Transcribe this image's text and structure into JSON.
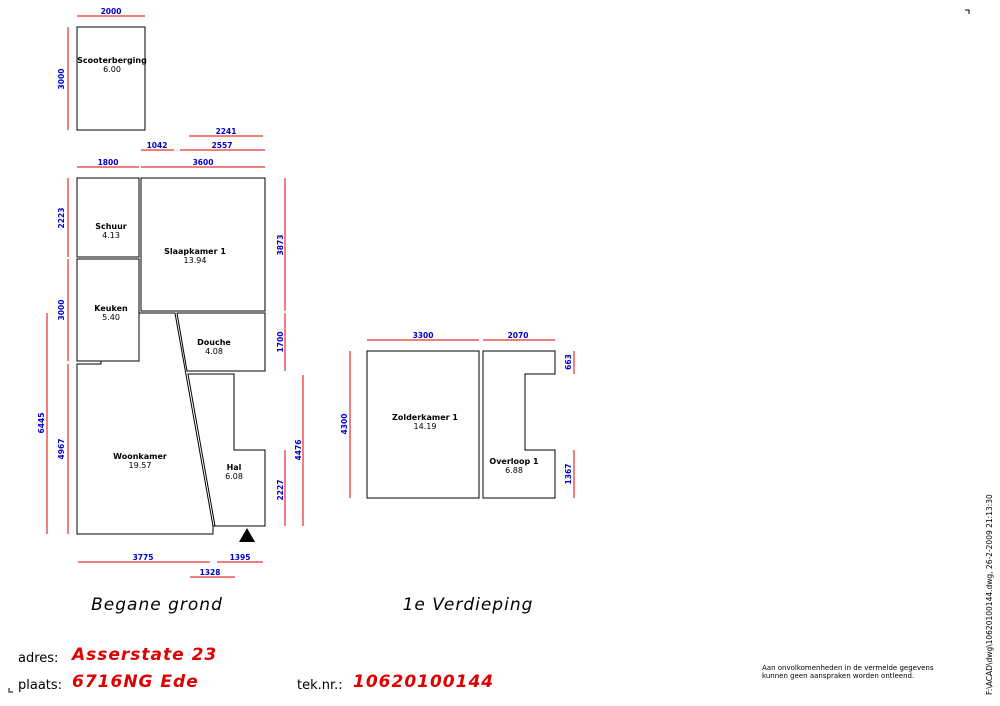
{
  "rooms": [
    {
      "name": "Scooterberging",
      "area": "6.00"
    },
    {
      "name": "Schuur",
      "area": "4.13"
    },
    {
      "name": "Slaapkamer 1",
      "area": "13.94"
    },
    {
      "name": "Keuken",
      "area": "5.40"
    },
    {
      "name": "Douche",
      "area": "4.08"
    },
    {
      "name": "Woonkamer",
      "area": "19.57"
    },
    {
      "name": "Hal",
      "area": "6.08"
    },
    {
      "name": "Zolderkamer 1",
      "area": "14.19"
    },
    {
      "name": "Overloop 1",
      "area": "6.88"
    }
  ],
  "dimensions": {
    "scooter_w": "2000",
    "scooter_h": "3000",
    "d2241": "2241",
    "d1042": "1042",
    "d2557": "2557",
    "d1800": "1800",
    "d3600": "3600",
    "d2223": "2223",
    "d3000": "3000",
    "d3873": "3873",
    "d1700": "1700",
    "d6445": "6445",
    "d4967": "4967",
    "d4476": "4476",
    "d2227": "2227",
    "d3775": "3775",
    "d1395": "1395",
    "d1328": "1328",
    "d3300": "3300",
    "d2070": "2070",
    "d663": "663",
    "d4300": "4300",
    "d1367": "1367"
  },
  "floors": {
    "ground": "Begane grond",
    "first": "1e Verdieping"
  },
  "info": {
    "adres_label": "adres:",
    "adres": "Asserstate 23",
    "plaats_label": "plaats:",
    "plaats": "6716NG Ede",
    "tek_label": "tek.nr.:",
    "tek": "10620100144"
  },
  "disclaimer": {
    "line1": "Aan onvolkomenheden in de vermelde gegevens",
    "line2": "kunnen geen aanspraken worden ontleend."
  },
  "file_path": "F:\\ACAD\\dwg\\10620100144.dwg, 26-2-2009 21:13:30"
}
